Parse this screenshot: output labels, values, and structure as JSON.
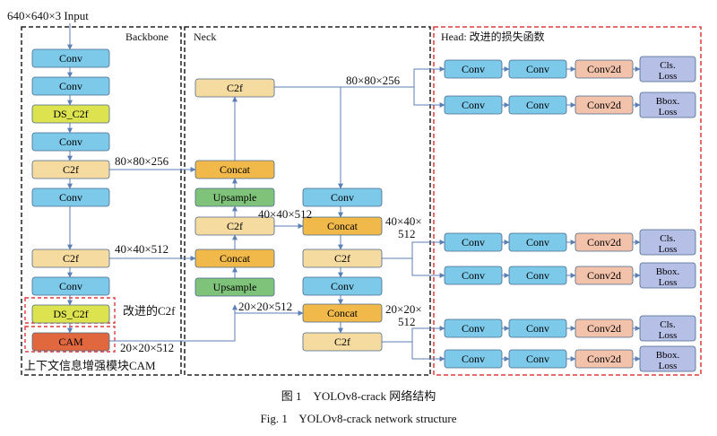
{
  "input_label": "640×640×3  Input",
  "sections": {
    "backbone": "Backbone",
    "neck": "Neck",
    "head": "Head: 改进的损失函数",
    "cam_module": "上下文信息增强模块CAM"
  },
  "backbone_blocks": [
    "Conv",
    "Conv",
    "DS_C2f",
    "Conv",
    "C2f",
    "Conv",
    "C2f",
    "Conv",
    "DS_C2f",
    "CAM"
  ],
  "neck_blocks": [
    "C2f",
    "Concat",
    "Upsample",
    "C2f",
    "Concat",
    "Upsample",
    "Conv",
    "Concat",
    "C2f",
    "Conv",
    "Concat",
    "C2f"
  ],
  "head_row": {
    "conv": "Conv",
    "conv2d": "Conv2d",
    "cls": [
      "Cls.",
      "Loss"
    ],
    "bbox": [
      "Bbox.",
      "Loss"
    ]
  },
  "dims": {
    "p3_backbone": "80×80×256",
    "p4_backbone": "40×40×512",
    "p5_backbone": "20×20×512",
    "neck_40": "40×40×512",
    "neck_20": "20×20×512",
    "head_80": "80×80×256",
    "head_40": [
      "40×40×",
      "512"
    ],
    "head_20": [
      "20×20×",
      "512"
    ]
  },
  "annotation": "改进的C2f",
  "caption_cn": "图 1    YOLOv8-crack 网络结构",
  "caption_en": "Fig. 1    YOLOv8-crack network structure",
  "colors": {
    "conv": "#7cc9ea",
    "c2f": "#f6dba0",
    "ds_c2f": "#dde24f",
    "cam": "#e0673e",
    "concat": "#f0b94a",
    "upsample": "#7fc27a",
    "conv2d": "#f2c2ab",
    "loss": "#b6bfe6",
    "arrow": "#5b7fb5",
    "head_border": "#e23c3c"
  }
}
